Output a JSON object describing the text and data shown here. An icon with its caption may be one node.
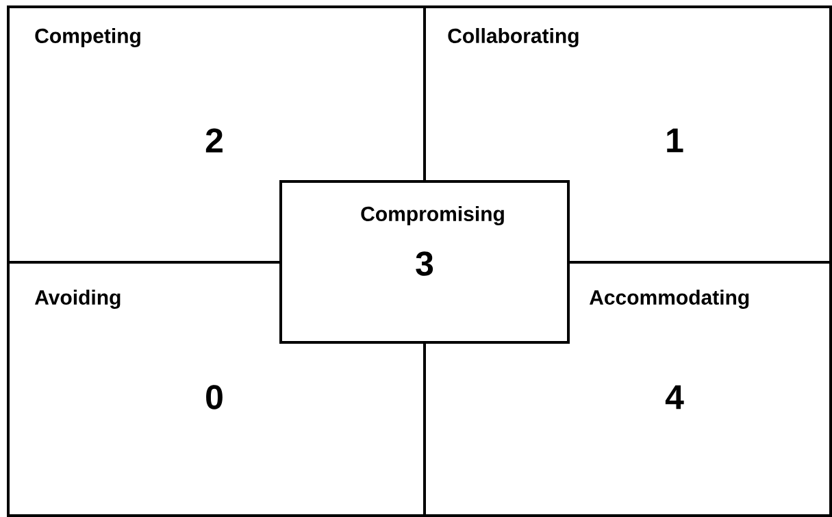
{
  "diagram": {
    "nodes": [
      {
        "text": [
          "Competing",
          "2"
        ]
      },
      {
        "text": [
          "Collaborating",
          "1"
        ]
      },
      {
        "text": [
          "Compromising",
          "3"
        ]
      },
      {
        "text": [
          "Avoiding",
          "0"
        ]
      },
      {
        "text": [
          "Accommodating",
          "4"
        ]
      }
    ]
  }
}
